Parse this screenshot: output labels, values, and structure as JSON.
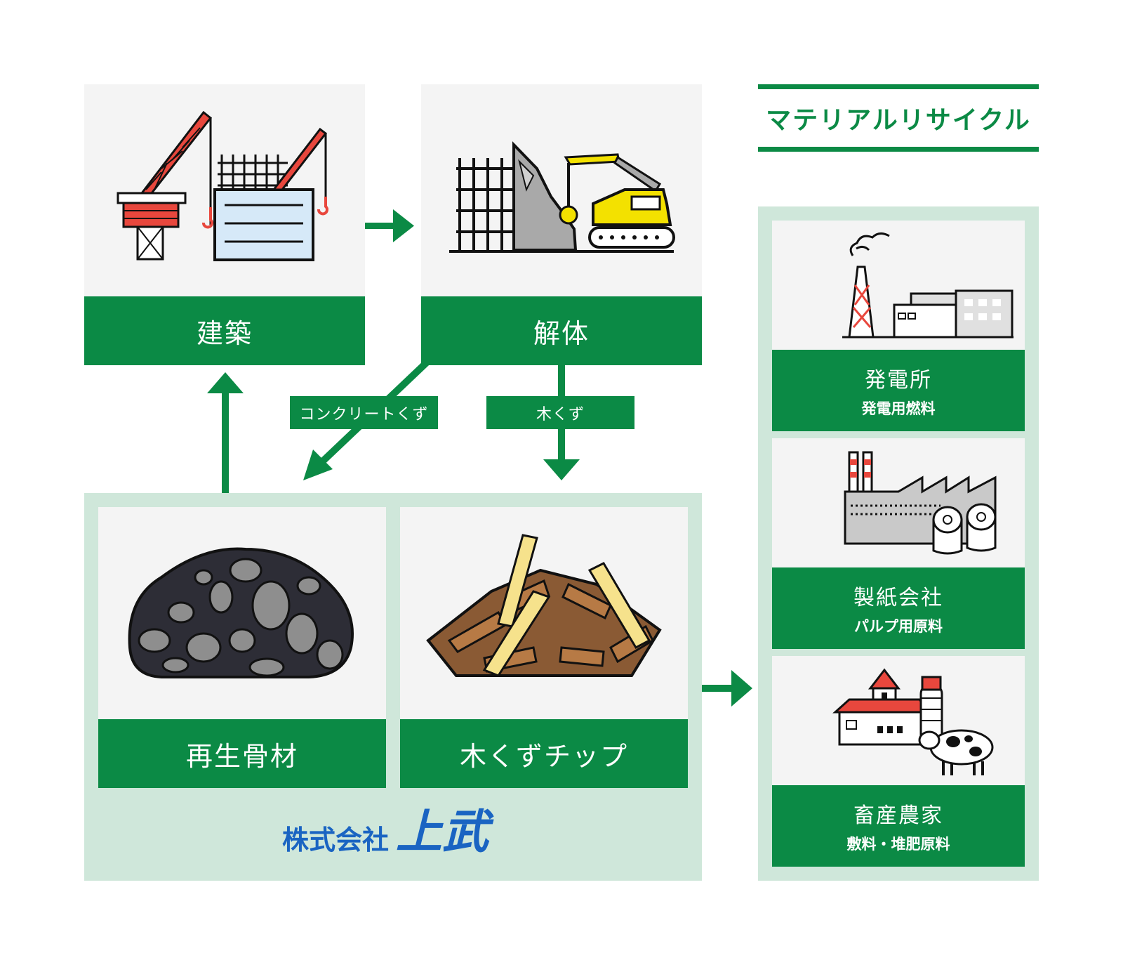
{
  "flow": {
    "construction": "建築",
    "demolition": "解体",
    "concrete_waste": "コンクリートくず",
    "wood_waste": "木くず",
    "recycled_aggregate": "再生骨材",
    "wood_chips": "木くずチップ"
  },
  "company": {
    "prefix": "株式会社",
    "name": "上武"
  },
  "recycle": {
    "title": "マテリアルリサイクル",
    "destinations": [
      {
        "name": "発電所",
        "use": "発電用燃料"
      },
      {
        "name": "製紙会社",
        "use": "パルプ用原料"
      },
      {
        "name": "畜産農家",
        "use": "敷料・堆肥原料"
      }
    ]
  },
  "colors": {
    "green": "#0b8a45",
    "light_green": "#cfe7da",
    "card": "#f4f4f4",
    "company_blue": "#1a64c2"
  },
  "icons": [
    "crane-icon",
    "demolition-excavator-icon",
    "aggregate-pile-icon",
    "wood-chips-icon",
    "power-plant-icon",
    "paper-mill-icon",
    "livestock-farm-icon"
  ]
}
